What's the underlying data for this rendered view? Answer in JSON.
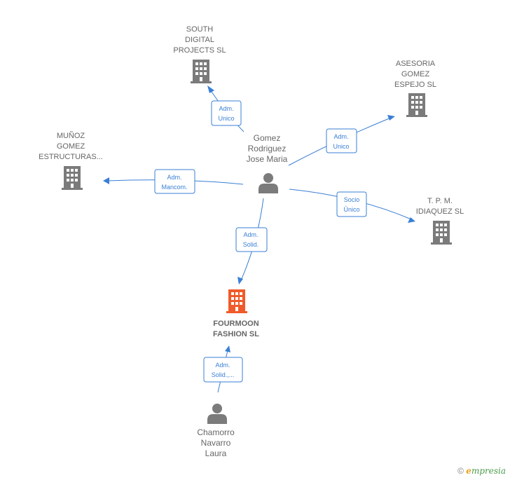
{
  "colors": {
    "edge": "#3a7fd5",
    "building": "#7b7b7b",
    "building_focus": "#ef5b2a",
    "person": "#7b7b7b",
    "label": "#666666"
  },
  "nodes": {
    "gomez": {
      "type": "person",
      "lines": [
        "Gomez",
        "Rodriguez",
        "Jose Maria"
      ],
      "icon": "person-icon"
    },
    "south": {
      "type": "company",
      "lines": [
        "SOUTH",
        "DIGITAL",
        "PROJECTS  SL"
      ],
      "icon": "building-icon"
    },
    "asesoria": {
      "type": "company",
      "lines": [
        "ASESORIA",
        "GOMEZ",
        "ESPEJO SL"
      ],
      "icon": "building-icon"
    },
    "munoz": {
      "type": "company",
      "lines": [
        "MUÑOZ",
        "GOMEZ",
        "ESTRUCTURAS..."
      ],
      "icon": "building-icon"
    },
    "tpm": {
      "type": "company",
      "lines": [
        "T.  P. M.",
        "IDIAQUEZ  SL"
      ],
      "icon": "building-icon"
    },
    "fourmoon": {
      "type": "company",
      "focus": true,
      "lines": [
        "FOURMOON",
        "FASHION  SL"
      ],
      "icon": "building-icon"
    },
    "chamorro": {
      "type": "person",
      "lines": [
        "Chamorro",
        "Navarro",
        "Laura"
      ],
      "icon": "person-icon"
    }
  },
  "edges": [
    {
      "id": "gomez-south",
      "lines": [
        "Adm.",
        "Unico"
      ]
    },
    {
      "id": "gomez-asesoria",
      "lines": [
        "Adm.",
        "Unico"
      ]
    },
    {
      "id": "gomez-munoz",
      "lines": [
        "Adm.",
        "Mancom."
      ]
    },
    {
      "id": "gomez-tpm",
      "lines": [
        "Socio",
        "Único"
      ]
    },
    {
      "id": "gomez-fourmoon",
      "lines": [
        "Adm.",
        "Solid."
      ]
    },
    {
      "id": "chamorro-fourmoon",
      "lines": [
        "Adm.",
        "Solid.,..."
      ]
    }
  ],
  "footer": {
    "copyright_symbol": "©",
    "brand_first": "e",
    "brand_rest": "mpresia"
  }
}
